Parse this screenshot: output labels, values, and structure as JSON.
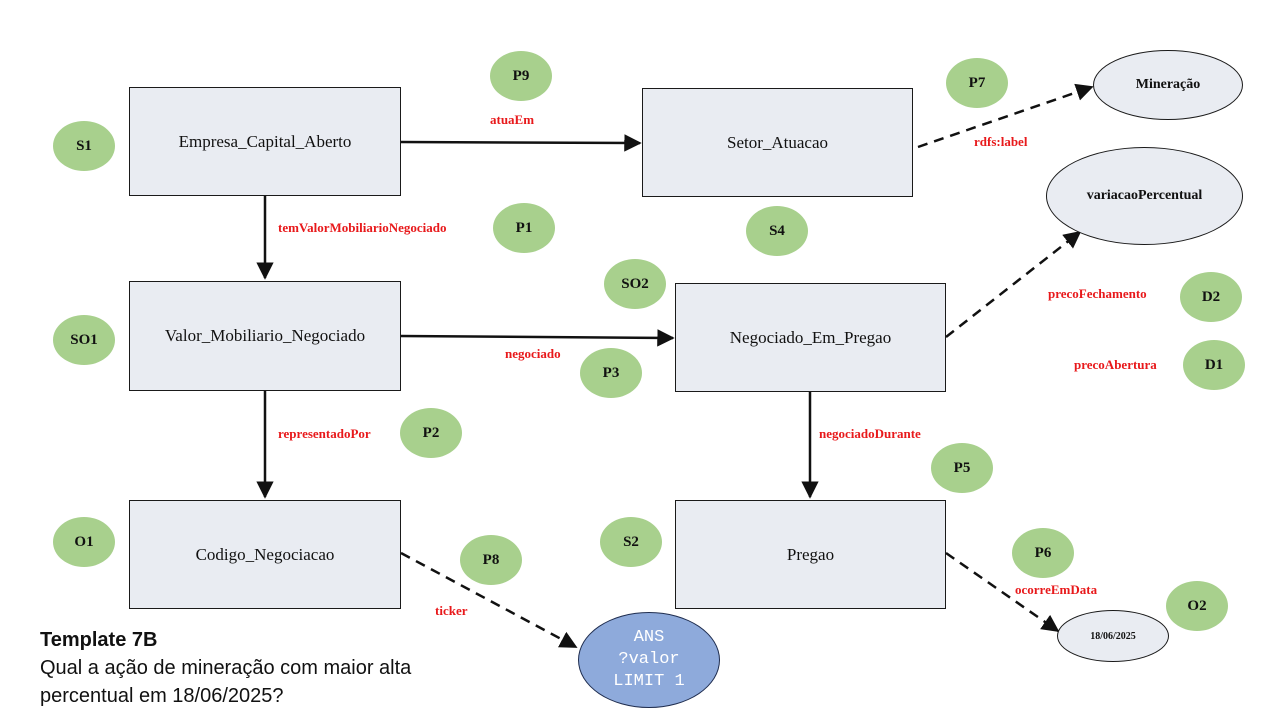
{
  "nodes": {
    "empresa": "Empresa_Capital_Aberto",
    "setor": "Setor_Atuacao",
    "valor": "Valor_Mobiliario_Negociado",
    "negociado": "Negociado_Em_Pregao",
    "codigo": "Codigo_Negociacao",
    "pregao": "Pregao"
  },
  "literals": {
    "mineracao": "Mineração",
    "variacao": "variacaoPercentual",
    "data": "18/06/2025"
  },
  "answer": {
    "line1": "ANS",
    "line2": "?valor",
    "line3": "LIMIT 1"
  },
  "edges": {
    "atuaEm": "atuaEm",
    "temValor": "temValorMobiliarioNegociado",
    "negociado": "negociado",
    "representadoPor": "representadoPor",
    "negociadoDurante": "negociadoDurante",
    "rdfsLabel": "rdfs:label",
    "precoFechamento": "precoFechamento",
    "precoAbertura": "precoAbertura",
    "ticker": "ticker",
    "ocorreEmData": "ocorreEmData"
  },
  "badges": {
    "S1": "S1",
    "P9": "P9",
    "P7": "P7",
    "P1": "P1",
    "S4": "S4",
    "SO2": "SO2",
    "SO1": "SO1",
    "P3": "P3",
    "D2": "D2",
    "D1": "D1",
    "P2": "P2",
    "P5": "P5",
    "O1": "O1",
    "S2": "S2",
    "P8": "P8",
    "P6": "P6",
    "O2": "O2"
  },
  "caption": {
    "title": "Template 7B",
    "question": "Qual a ação de mineração com maior alta percentual em 18/06/2025?"
  },
  "colors": {
    "node_fill": "#e9ecf2",
    "badge_fill": "#a8d08d",
    "edge_label": "#e8191b",
    "answer_fill": "#8eaadb"
  }
}
